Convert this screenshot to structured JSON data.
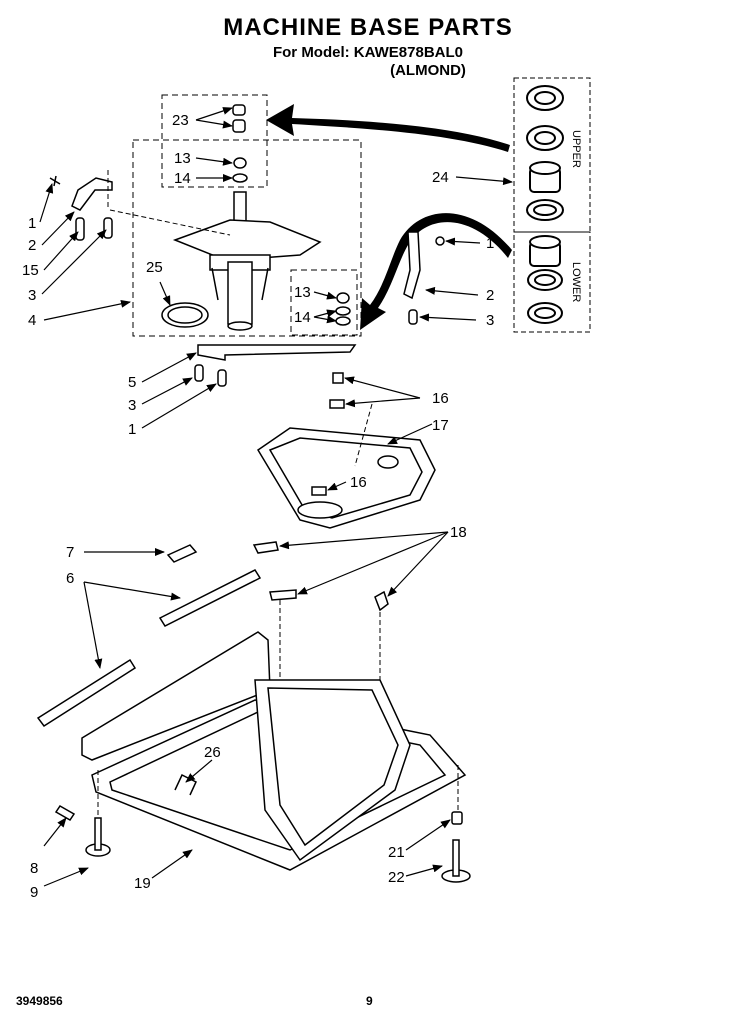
{
  "header": {
    "title": "MACHINE BASE PARTS",
    "model_line": "For Model: KAWE878BAL0",
    "color_line": "(ALMOND)"
  },
  "side_labels": {
    "upper": "UPPER",
    "lower": "LOWER"
  },
  "callouts": {
    "c23": "23",
    "c13a": "13",
    "c14a": "14",
    "c1a": "1",
    "c2a": "2",
    "c15": "15",
    "c3a": "3",
    "c4": "4",
    "c25": "25",
    "c24": "24",
    "c1b": "1",
    "c2b": "2",
    "c3b": "3",
    "c13b": "13",
    "c14b": "14",
    "c5": "5",
    "c3c": "3",
    "c1c": "1",
    "c16a": "16",
    "c17": "17",
    "c16b": "16",
    "c18": "18",
    "c7": "7",
    "c6": "6",
    "c26": "26",
    "c8": "8",
    "c9": "9",
    "c19": "19",
    "c21": "21",
    "c22": "22"
  },
  "footer": {
    "doc_code": "3949856",
    "page_number": "9"
  }
}
